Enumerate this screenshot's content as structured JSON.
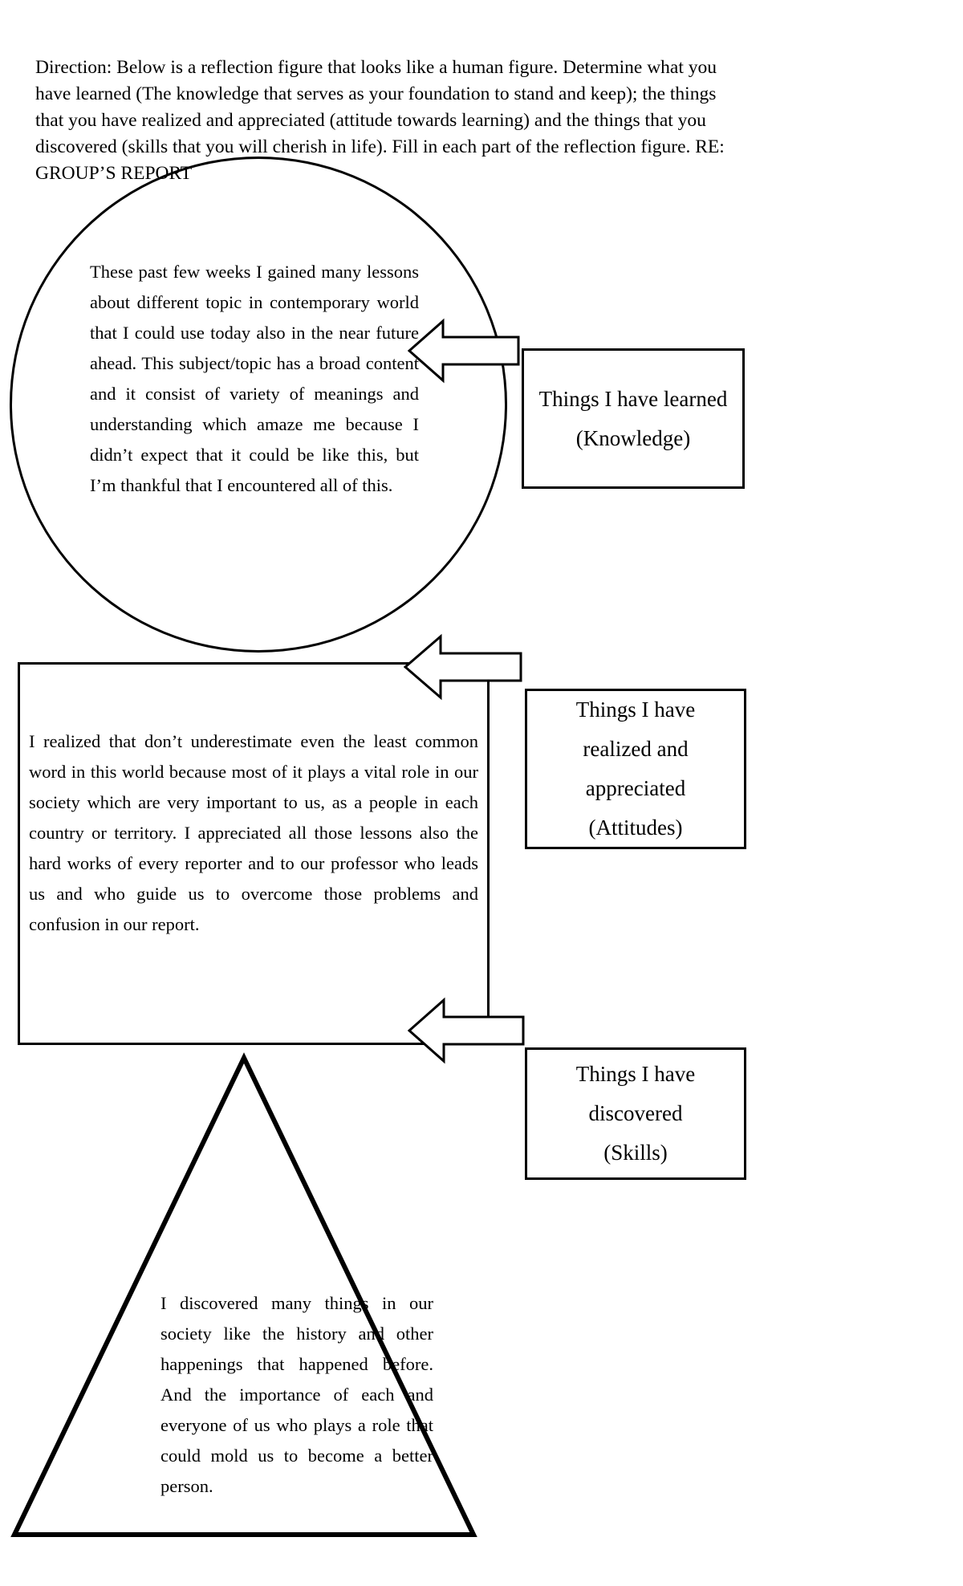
{
  "document": {
    "direction": "Direction: Below is a reflection figure that looks like a human figure. Determine what you have learned (The knowledge that serves as your foundation to stand and keep); the things that you have realized and appreciated (attitude towards learning) and the things that you discovered (skills that you will cherish in life). Fill in each part of the reflection figure. RE: GROUP’S REPORT"
  },
  "figure": {
    "circle": {
      "shape": "circle",
      "text": "These past few weeks I gained many lessons about different topic in contemporary world that I could use today also in the near future ahead. This subject/topic has a broad content and it consist of variety of meanings and understanding which amaze me because I didn’t expect that it could be like this, but I’m thankful that I encountered all of this."
    },
    "rectangle": {
      "shape": "rectangle",
      "text": "I realized that don’t underestimate even the least common word in this world because most of it plays a vital role in our society which are very important to us, as a people in each country or territory. I appreciated all those lessons also the hard works of every reporter and to our professor who leads us and who guide us to overcome those problems and confusion in our report."
    },
    "triangle": {
      "shape": "triangle",
      "text": "I discovered many things in our society like the history and other happenings that happened before. And the importance of each and everyone of us who plays a role that could mold us to become a better person."
    },
    "labels": [
      {
        "id": "knowledge",
        "line1": "Things I have learned",
        "line2": "(Knowledge)"
      },
      {
        "id": "attitudes",
        "line1": "Things I have",
        "line2": "realized and",
        "line3": "appreciated",
        "line4": "(Attitudes)"
      },
      {
        "id": "skills",
        "line1": "Things I have",
        "line2": "discovered",
        "line3": "(Skills)"
      }
    ],
    "arrows": [
      {
        "id": "arrow-knowledge",
        "direction": "left"
      },
      {
        "id": "arrow-attitudes",
        "direction": "left"
      },
      {
        "id": "arrow-skills",
        "direction": "left"
      }
    ],
    "colors": {
      "stroke": "#000000",
      "background": "#ffffff",
      "text": "#000000"
    }
  }
}
